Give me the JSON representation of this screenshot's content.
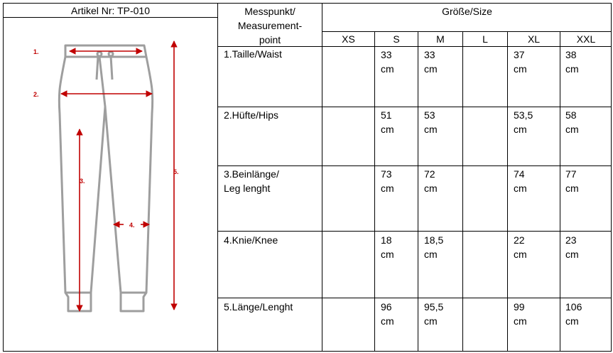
{
  "article": {
    "label": "Artikel Nr: TP-010"
  },
  "diagram": {
    "labels": [
      "1.",
      "2.",
      "3.",
      "4.",
      "5."
    ],
    "arrow_color": "#c00000",
    "outline_color": "#9e9e9e"
  },
  "table": {
    "measure_header_1": "Messpunkt/",
    "measure_header_2": "Measurement-",
    "measure_header_3": "point",
    "size_header": "Größe/Size",
    "sizes": [
      "XS",
      "S",
      "M",
      "L",
      "XL",
      "XXL"
    ],
    "rows": [
      {
        "label_1": "1.Taille/Waist",
        "label_2": "",
        "values": [
          "",
          "33",
          "33",
          "",
          "37",
          "38"
        ]
      },
      {
        "label_1": "2.Hüfte/Hips",
        "label_2": "",
        "values": [
          "",
          "51",
          "53",
          "",
          "53,5",
          "58"
        ]
      },
      {
        "label_1": "3.Beinlänge/",
        "label_2": "Leg lenght",
        "values": [
          "",
          "73",
          "72",
          "",
          "74",
          "77"
        ]
      },
      {
        "label_1": "4.Knie/Knee",
        "label_2": "",
        "values": [
          "",
          "18",
          "18,5",
          "",
          "22",
          "23"
        ]
      },
      {
        "label_1": "5.Länge/Lenght",
        "label_2": "",
        "values": [
          "",
          "96",
          "95,5",
          "",
          "99",
          "106"
        ]
      }
    ],
    "unit": "cm"
  }
}
